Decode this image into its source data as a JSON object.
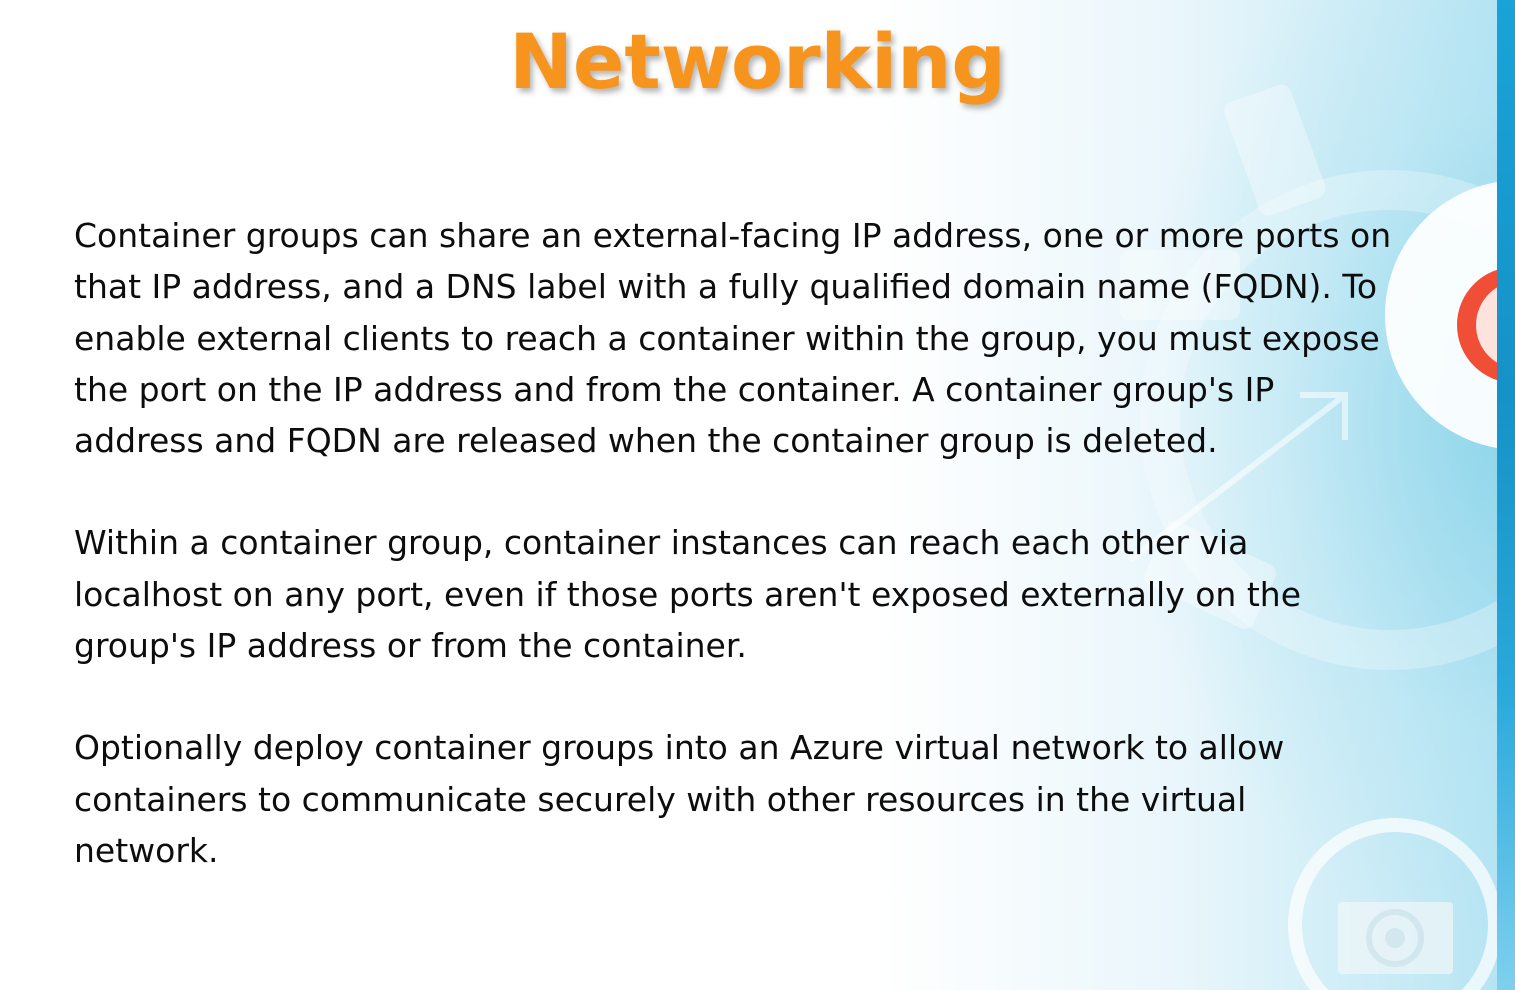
{
  "slide": {
    "title": "Networking",
    "paragraphs": [
      {
        "lines": [
          "Container groups can share an external-facing IP address, one or more ports on",
          "that IP address, and a DNS label with a fully qualified domain name (FQDN). To",
          "enable external clients to reach a container within the group, you must expose",
          "the port on the IP address and from the container. A container group's IP",
          "address and FQDN are released when the container group is deleted."
        ]
      },
      {
        "lines": [
          "Within a container group, container instances can reach each other via",
          "localhost on any port, even if those ports aren't exposed externally on the",
          "group's IP address or from the container."
        ]
      },
      {
        "lines": [
          "Optionally deploy container groups into an Azure virtual network to allow",
          "containers to communicate securely with other resources in the virtual",
          "network."
        ]
      }
    ]
  },
  "colors": {
    "title": "#f7941d",
    "body_text": "#0d0d0d",
    "accent_blue": "#1aa3d8",
    "accent_red": "#f04e37"
  },
  "icons": [
    "gear-icon",
    "play-icon",
    "camera-icon",
    "arrow-icon"
  ]
}
